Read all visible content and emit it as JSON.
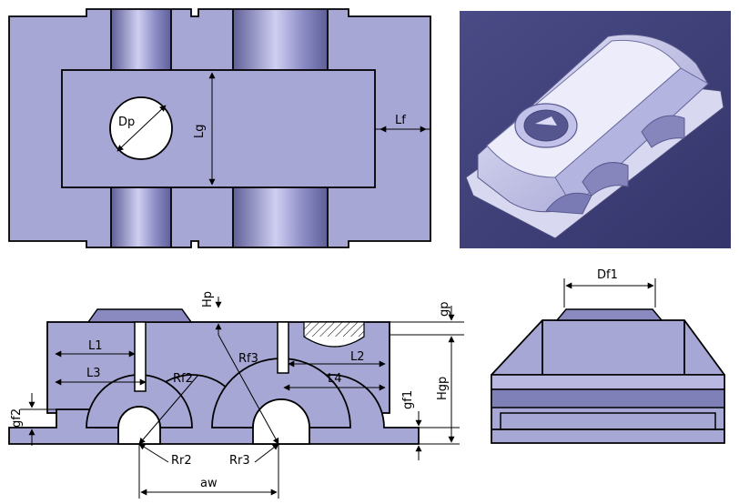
{
  "top_view": {
    "labels": {
      "dp": "Dp",
      "lg": "Lg",
      "lf": "Lf"
    }
  },
  "front_view": {
    "labels": {
      "hp": "Hp",
      "gp": "gp",
      "hgp": "Hgp",
      "gf1": "gf1",
      "gf2": "gf2",
      "l1": "L1",
      "l2": "L2",
      "l3": "L3",
      "l4": "L4",
      "rf2": "Rf2",
      "rf3": "Rf3",
      "rr2": "Rr2",
      "rr3": "Rr3",
      "aw": "aw"
    }
  },
  "side_view": {
    "labels": {
      "df1": "Df1"
    }
  },
  "colors": {
    "part_fill": "#a7a7d6",
    "cad_background": "#3e3f78",
    "cylinder_dark": "#6e6ea8",
    "cylinder_light": "#c8c8ee"
  }
}
